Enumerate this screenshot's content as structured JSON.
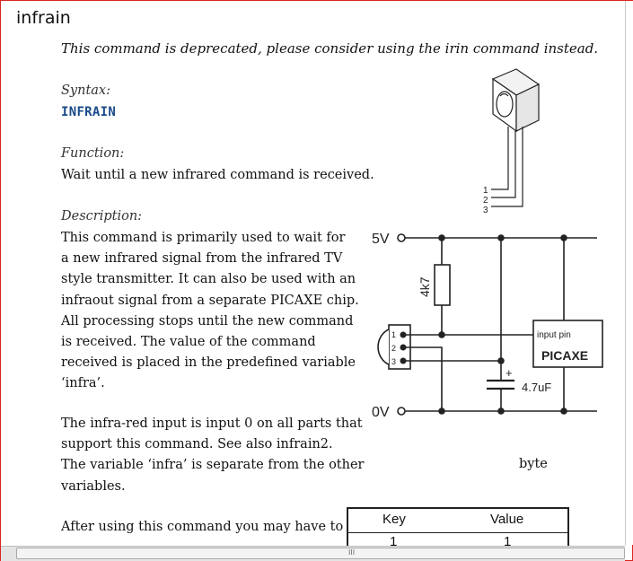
{
  "title": "infrain",
  "deprecated_notice": "This command is deprecated, please consider using the irin command instead.",
  "syntax": {
    "label": "Syntax:",
    "command": "INFRAIN"
  },
  "function": {
    "label": "Function:",
    "text": "Wait until a new infrared command is received."
  },
  "description": {
    "label": "Description:",
    "lines": [
      "This command is primarily used to wait for",
      "a new infrared signal from the infrared TV",
      "style transmitter. It can also be used with an",
      "infraout signal from a separate PICAXE chip.",
      "All processing stops until the new command",
      "is received. The value of the command",
      "received is placed in the predefined variable",
      "‘infra’."
    ]
  },
  "notes": {
    "lines": [
      "The infra-red input is input 0 on all parts that",
      "support this command. See also infrain2.",
      "The variable ‘infra’ is separate from the other",
      "variables."
    ],
    "byte_label": "byte"
  },
  "after": {
    "text": "After using this command you may have to"
  },
  "diagram": {
    "pins": [
      "1",
      "2",
      "3"
    ],
    "supply_label": "5V",
    "ground_label": "0V",
    "resistor_label": "4k7",
    "capacitor_label": "4.7uF",
    "capacitor_plus": "+",
    "chip_pin_label": "input pin",
    "chip_label": "PICAXE"
  },
  "table": {
    "headers": [
      "Key",
      "Value"
    ],
    "rows": [
      [
        "1",
        "1"
      ]
    ]
  },
  "scrollbar": {
    "grip": "III"
  }
}
